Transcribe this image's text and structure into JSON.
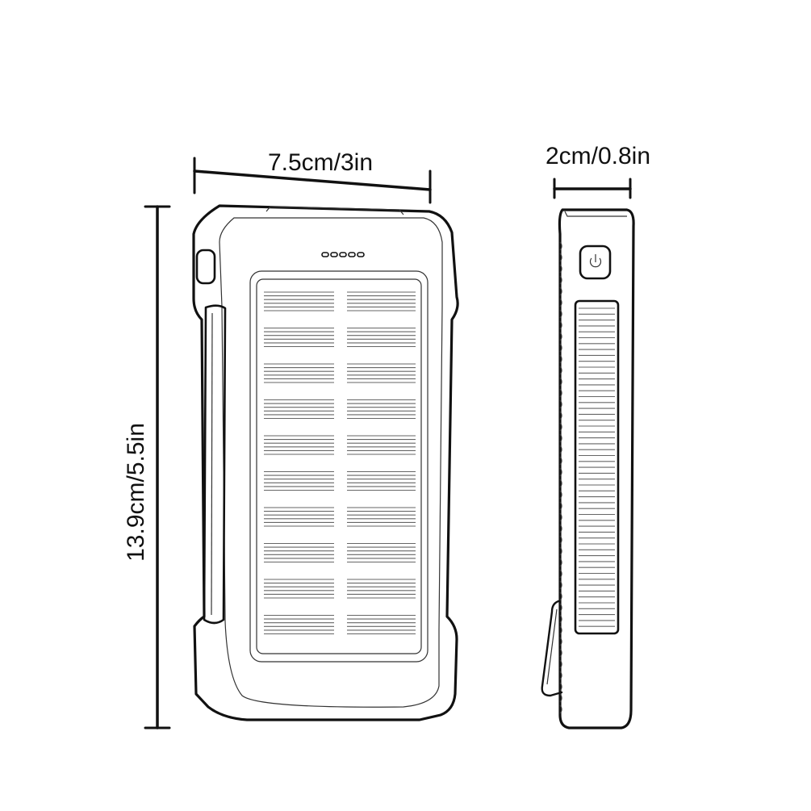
{
  "dimensions": {
    "width_label": "7.5cm/3in",
    "height_label": "13.9cm/5.5in",
    "depth_label": "2cm/0.8in"
  },
  "colors": {
    "line": "#111111",
    "background": "#ffffff"
  },
  "icons": {
    "power_button": "power-icon",
    "led_indicator": "led-dot"
  },
  "led_count": 5
}
